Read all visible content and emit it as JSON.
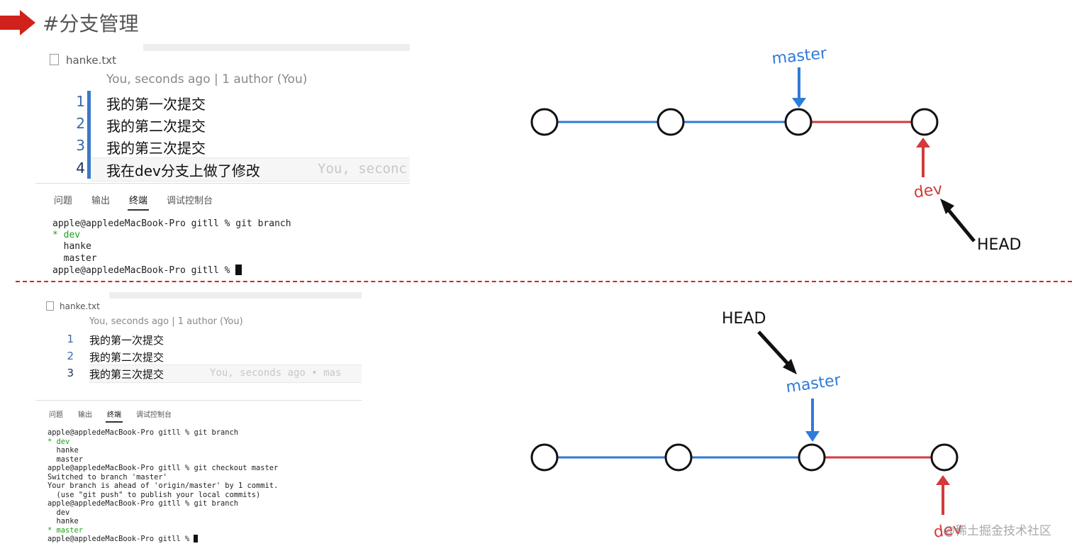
{
  "header": {
    "title": "#分支管理"
  },
  "panel_top": {
    "file_name": "hanke.txt",
    "blame_header": "You, seconds ago | 1 author (You)",
    "lines": [
      {
        "no": "1",
        "text": "我的第一次提交"
      },
      {
        "no": "2",
        "text": "我的第二次提交"
      },
      {
        "no": "3",
        "text": "我的第三次提交"
      },
      {
        "no": "4",
        "text": "我在dev分支上做了修改"
      }
    ],
    "inline_blame": "You, seconc",
    "tabs": [
      "问题",
      "输出",
      "终端",
      "调试控制台"
    ],
    "terminal": [
      "apple@appledeMacBook-Pro gitll % git branch",
      "* dev",
      "  hanke",
      "  master",
      "apple@appledeMacBook-Pro gitll % "
    ]
  },
  "panel_bottom": {
    "file_name": "hanke.txt",
    "blame_header": "You, seconds ago | 1 author (You)",
    "lines": [
      {
        "no": "1",
        "text": "我的第一次提交"
      },
      {
        "no": "2",
        "text": "我的第二次提交"
      },
      {
        "no": "3",
        "text": "我的第三次提交"
      }
    ],
    "inline_blame": "You, seconds ago • mas",
    "tabs": [
      "问题",
      "输出",
      "终端",
      "调试控制台"
    ],
    "terminal": [
      "apple@appledeMacBook-Pro gitll % git branch",
      "* dev",
      "  hanke",
      "  master",
      "apple@appledeMacBook-Pro gitll % git checkout master",
      "Switched to branch 'master'",
      "Your branch is ahead of 'origin/master' by 1 commit.",
      "  (use \"git push\" to publish your local commits)",
      "apple@appledeMacBook-Pro gitll % git branch",
      "  dev",
      "  hanke",
      "* master",
      "apple@appledeMacBook-Pro gitll % "
    ]
  },
  "diagram_top": {
    "labels": {
      "master": "master",
      "dev": "dev",
      "head": "HEAD"
    }
  },
  "diagram_bottom": {
    "labels": {
      "master": "master",
      "dev": "dev",
      "head": "HEAD"
    }
  },
  "watermark": "@稀土掘金技术社区",
  "colors": {
    "accent_red": "#d0221c",
    "branch_blue": "#2f7bd8",
    "branch_red": "#d33a3a",
    "terminal_green": "#1fa01f"
  }
}
